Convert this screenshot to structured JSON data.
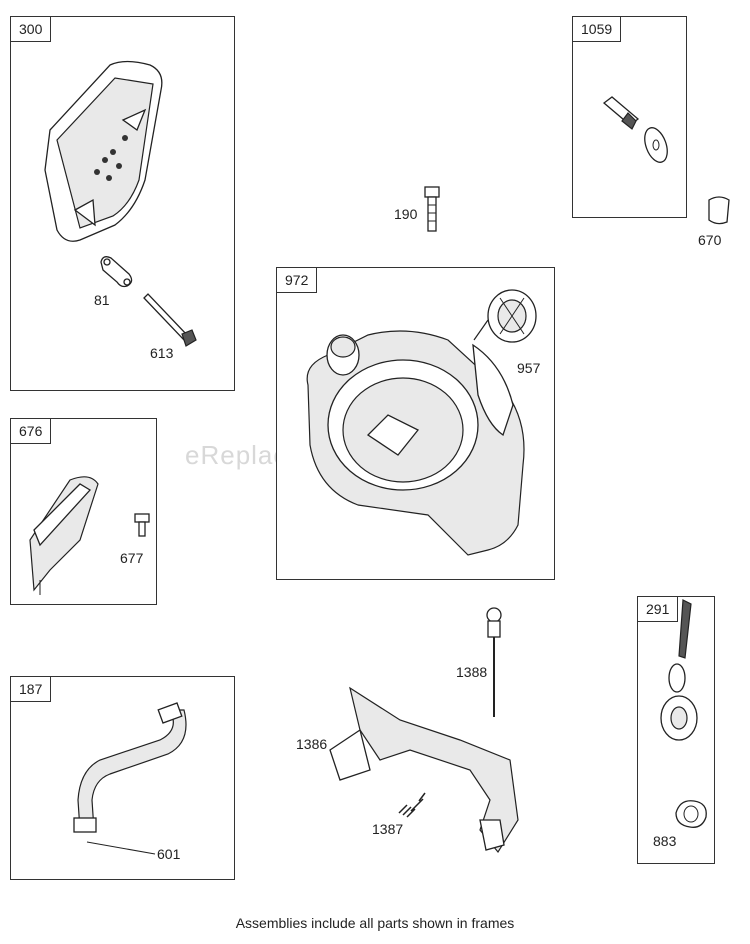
{
  "watermark": "eReplacementParts.com",
  "footer_note": "Assemblies include all parts shown in frames",
  "frames": {
    "f300": "300",
    "f1059": "1059",
    "f972": "972",
    "f676": "676",
    "f187": "187",
    "f291": "291"
  },
  "callouts": {
    "c81": "81",
    "c613": "613",
    "c190": "190",
    "c670": "670",
    "c957": "957",
    "c677": "677",
    "c601": "601",
    "c1388": "1388",
    "c1386": "1386",
    "c1387": "1387",
    "c883": "883"
  }
}
